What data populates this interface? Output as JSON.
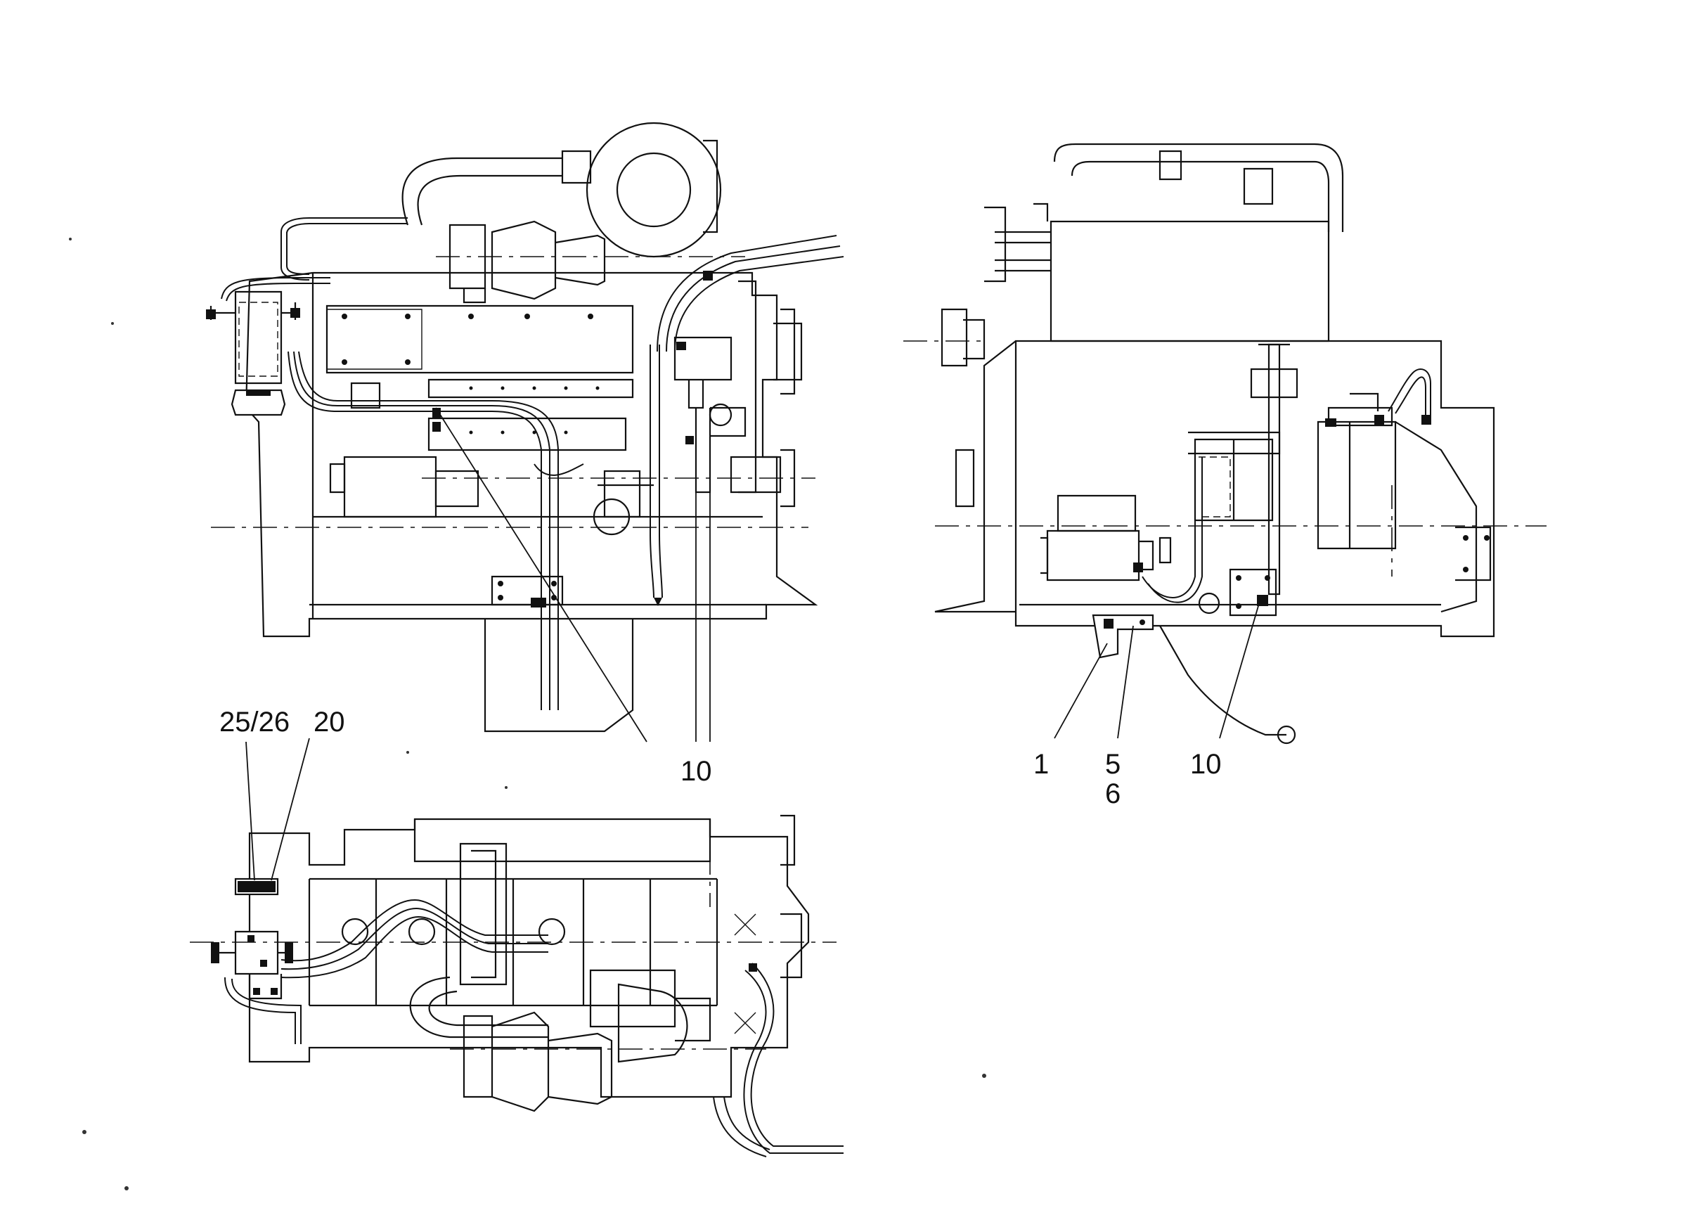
{
  "callouts": {
    "view1_part_10": "10",
    "view2_part_1": "1",
    "view2_part_5": "5",
    "view2_part_6": "6",
    "view2_part_10": "10",
    "view3_part_25_26": "25/26",
    "view3_part_20": "20"
  },
  "colors": {
    "line": "#111111",
    "background": "#ffffff"
  }
}
